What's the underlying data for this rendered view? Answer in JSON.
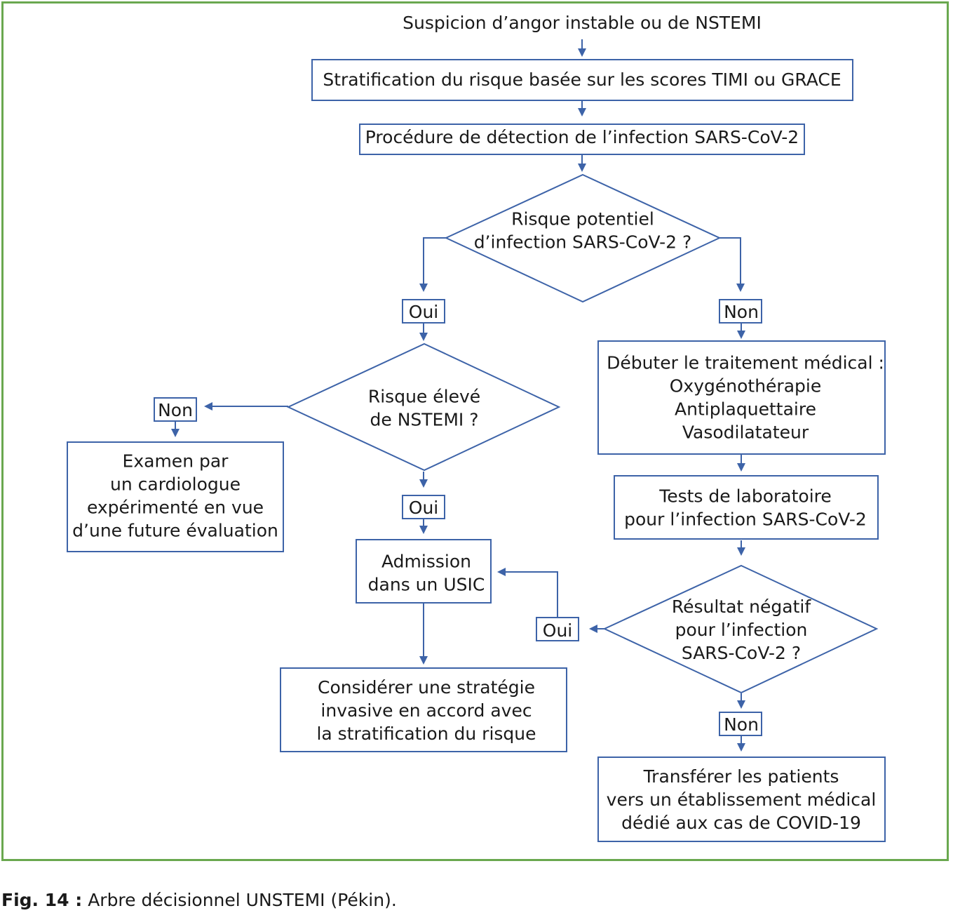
{
  "nodes": {
    "start": [
      "Suspicion d’angor instable ou de NSTEMI"
    ],
    "strat": [
      "Stratification du risque basée sur les scores TIMI ou GRACE"
    ],
    "detect": [
      "Procédure de détection de l’infection SARS-CoV-2"
    ],
    "d1": [
      "Risque potentiel",
      "d’infection SARS-CoV-2 ?"
    ],
    "oui1": [
      "Oui"
    ],
    "non1": [
      "Non"
    ],
    "d2": [
      "Risque élevé",
      "de NSTEMI ?"
    ],
    "non2": [
      "Non"
    ],
    "exam": [
      "Examen par",
      "un cardiologue",
      "expérimenté en vue",
      "d’une future évaluation"
    ],
    "oui2": [
      "Oui"
    ],
    "admission": [
      "Admission",
      "dans un USIC"
    ],
    "invasive": [
      "Considérer une stratégie",
      "invasive en accord avec",
      "la stratification du risque"
    ],
    "treat": [
      "Débuter le traitement médical :",
      "Oxygénothérapie",
      "Antiplaquettaire",
      "Vasodilatateur"
    ],
    "lab": [
      "Tests de laboratoire",
      "pour l’infection SARS-CoV-2"
    ],
    "d3": [
      "Résultat négatif",
      "pour l’infection",
      "SARS-CoV-2 ?"
    ],
    "oui3": [
      "Oui"
    ],
    "non3": [
      "Non"
    ],
    "transfer": [
      "Transférer les patients",
      "vers un établissement médical",
      "dédié aux cas de COVID-19"
    ]
  },
  "caption": {
    "label": "Fig. 14 :",
    "text": "Arbre décisionnel UNSTEMI (Pékin)."
  },
  "colors": {
    "frame": "#6aa84f",
    "stroke": "#3d63a8",
    "text": "#1a1a1a"
  }
}
